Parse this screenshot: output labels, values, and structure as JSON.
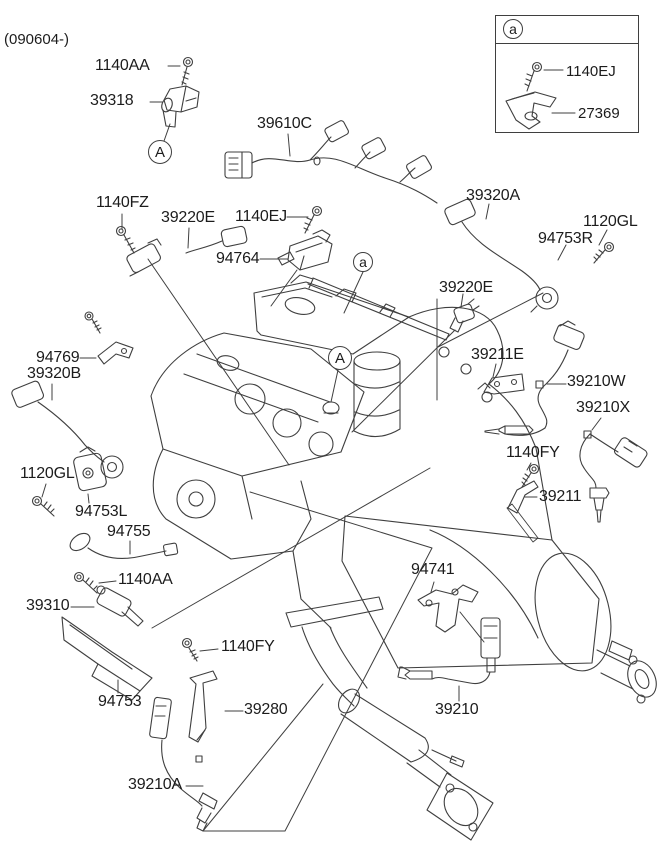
{
  "figure": {
    "background": "#ffffff",
    "line_color": "#3f3f3f",
    "text_color": "#1c1c1c"
  },
  "inset": {
    "callout": "a",
    "date_code": "(090604-)",
    "bolt_label": "1140EJ",
    "bracket_label": "27369"
  },
  "callouts": [
    {
      "label": "A"
    },
    {
      "label": "a"
    },
    {
      "label": "A"
    }
  ],
  "labels": [
    {
      "text": "1140AA"
    },
    {
      "text": "39318"
    },
    {
      "text": "39610C"
    },
    {
      "text": "1140FZ"
    },
    {
      "text": "39220E"
    },
    {
      "text": "1140EJ"
    },
    {
      "text": "94764"
    },
    {
      "text": "39320A"
    },
    {
      "text": "1120GL"
    },
    {
      "text": "94753R"
    },
    {
      "text": "39220E"
    },
    {
      "text": "39211E"
    },
    {
      "text": "39210W"
    },
    {
      "text": "39210X"
    },
    {
      "text": "94769"
    },
    {
      "text": "39320B"
    },
    {
      "text": "1120GL"
    },
    {
      "text": "94753L"
    },
    {
      "text": "94755"
    },
    {
      "text": "1140AA"
    },
    {
      "text": "39310"
    },
    {
      "text": "94741"
    },
    {
      "text": "1140FY"
    },
    {
      "text": "39211"
    },
    {
      "text": "1140FY"
    },
    {
      "text": "94753"
    },
    {
      "text": "39280"
    },
    {
      "text": "39210"
    },
    {
      "text": "39210A"
    }
  ]
}
